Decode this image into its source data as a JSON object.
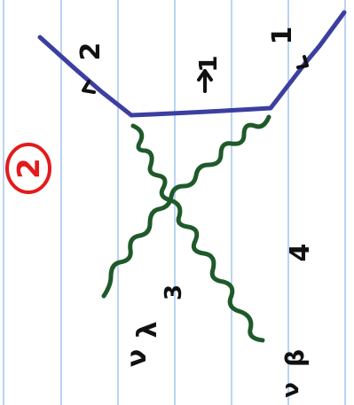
{
  "colors": {
    "paper": "#ffffff",
    "ruling": "#b9d4f4",
    "fermion_line": "#3b3fa0",
    "gluon": "#1f5a2a",
    "label_ink": "#111111",
    "circle_number": "#e31b1b"
  },
  "diagram": {
    "number": "2",
    "labels": {
      "top_left_leg": "2",
      "top_right_leg": "1",
      "internal_line": "1",
      "gluon_lower_left": "3",
      "gluon_lower_right": "4",
      "gluon_lower_left_index": "λ",
      "gluon_lower_left_greek": "ν",
      "gluon_lower_right_index": "β",
      "gluon_lower_right_greek": "ν"
    }
  }
}
